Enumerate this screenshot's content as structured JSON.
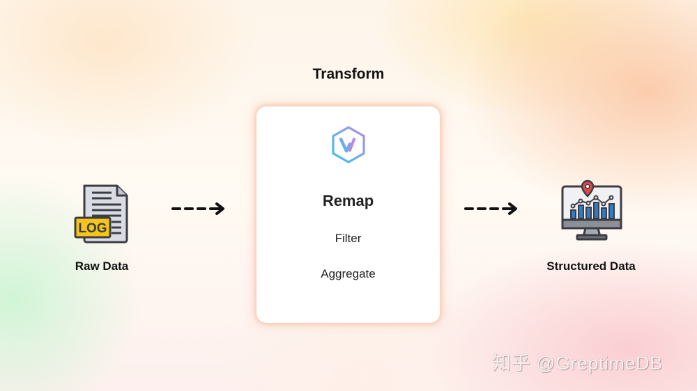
{
  "diagram": {
    "title": "Transform",
    "source": {
      "label": "Raw Data",
      "icon": "log-file-icon",
      "badge_text": "LOG"
    },
    "transform": {
      "icon": "vector-hexagon-logo-icon",
      "operations": [
        "Remap",
        "Filter",
        "Aggregate"
      ]
    },
    "target": {
      "label": "Structured Data",
      "icon": "monitor-chart-icon"
    },
    "edges": [
      {
        "from": "Raw Data",
        "to": "Transform",
        "style": "dashed-arrow"
      },
      {
        "from": "Transform",
        "to": "Structured Data",
        "style": "dashed-arrow"
      }
    ]
  },
  "watermark": "知乎 @GreptimeDB",
  "colors": {
    "log_badge": "#f5c518",
    "doc_body": "#d9dce3",
    "monitor_bars": "#2f7cc4",
    "pin": "#e04848",
    "logo_gradient_start": "#35c6ee",
    "logo_gradient_end": "#b48ae8"
  }
}
